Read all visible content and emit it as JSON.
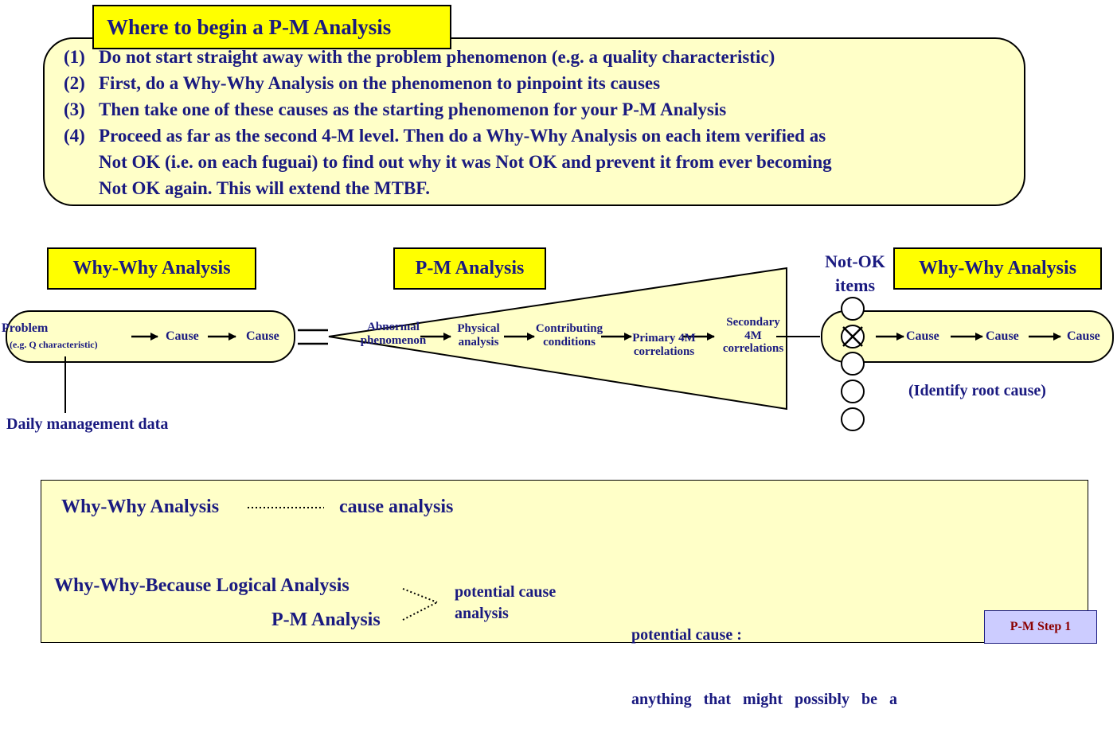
{
  "header": {
    "title": "Where to begin a P-M Analysis",
    "steps": [
      {
        "num": "(1)",
        "lines": [
          "Do not start straight away with the problem phenomenon (e.g. a quality characteristic)"
        ]
      },
      {
        "num": "(2)",
        "lines": [
          "First, do a Why-Why Analysis on the phenomenon to pinpoint its causes"
        ]
      },
      {
        "num": "(3)",
        "lines": [
          "Then take one of these causes as the starting phenomenon for your P-M Analysis"
        ]
      },
      {
        "num": "(4)",
        "lines": [
          "Proceed as far as the second 4-M level. Then do a Why-Why Analysis on each item verified as",
          "Not OK (i.e. on each fuguai) to find out why it was Not OK and prevent it from ever becoming",
          "Not OK again. This will extend the MTBF."
        ]
      }
    ]
  },
  "diagram": {
    "why_why_left": {
      "label": "Why-Why Analysis",
      "problem": "Problem",
      "problem_sub": "(e.g. Q characteristic)",
      "cause_1": "Cause",
      "cause_2": "Cause",
      "daily_data": "Daily management data"
    },
    "pm": {
      "label": "P-M Analysis",
      "abnormal": [
        "Abnormal",
        "phenomenon"
      ],
      "physical": [
        "Physical",
        "analysis"
      ],
      "contributing": [
        "Contributing",
        "conditions"
      ],
      "primary": [
        "Primary 4M",
        "correlations"
      ],
      "secondary": [
        "Secondary",
        "4M",
        "correlations"
      ]
    },
    "why_why_right": {
      "not_ok": [
        "Not-OK",
        "items"
      ],
      "label": "Why-Why Analysis",
      "cause_1": "Cause",
      "cause_2": "Cause",
      "cause_3": "Cause",
      "root": "(Identify root cause)"
    }
  },
  "definitions": {
    "row1_term": "Why-Why Analysis",
    "row1_def": "cause analysis",
    "row2_term": "Why-Why-Because Logical Analysis",
    "row3_term": "P-M Analysis",
    "potential_line1": "potential cause",
    "potential_line2": "analysis",
    "note_line1": "potential cause :",
    "note_line2": "anything   that   might   possibly   be   a"
  },
  "badge": "P-M Step 1",
  "colors": {
    "text": "#1a1a80",
    "label_bg": "#ffff00",
    "panel_bg": "#ffffc8",
    "badge_bg": "#ccccff",
    "badge_text": "#8b0000"
  }
}
